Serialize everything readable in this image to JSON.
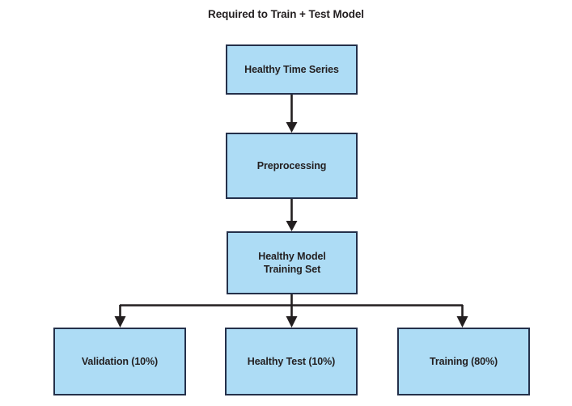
{
  "diagram": {
    "title": "Required to Train + Test Model",
    "type": "flowchart",
    "colors": {
      "node_fill": "#ADDCF5",
      "node_border": "#24304A",
      "connector": "#231F20",
      "text": "#231F20",
      "background": "#FFFFFF"
    },
    "nodes": [
      {
        "id": "healthy-time-series",
        "label": "Healthy Time Series"
      },
      {
        "id": "preprocessing",
        "label": "Preprocessing"
      },
      {
        "id": "healthy-model-training-set",
        "label": "Healthy Model\nTraining Set"
      },
      {
        "id": "validation",
        "label": "Validation (10%)"
      },
      {
        "id": "healthy-test",
        "label": "Healthy Test (10%)"
      },
      {
        "id": "training",
        "label": "Training (80%)"
      }
    ],
    "edges": [
      {
        "from": "healthy-time-series",
        "to": "preprocessing",
        "style": "arrow-down"
      },
      {
        "from": "preprocessing",
        "to": "healthy-model-training-set",
        "style": "arrow-down"
      },
      {
        "from": "healthy-model-training-set",
        "to": "validation",
        "style": "split-arrow-down"
      },
      {
        "from": "healthy-model-training-set",
        "to": "healthy-test",
        "style": "split-arrow-down"
      },
      {
        "from": "healthy-model-training-set",
        "to": "training",
        "style": "split-arrow-down"
      }
    ]
  }
}
